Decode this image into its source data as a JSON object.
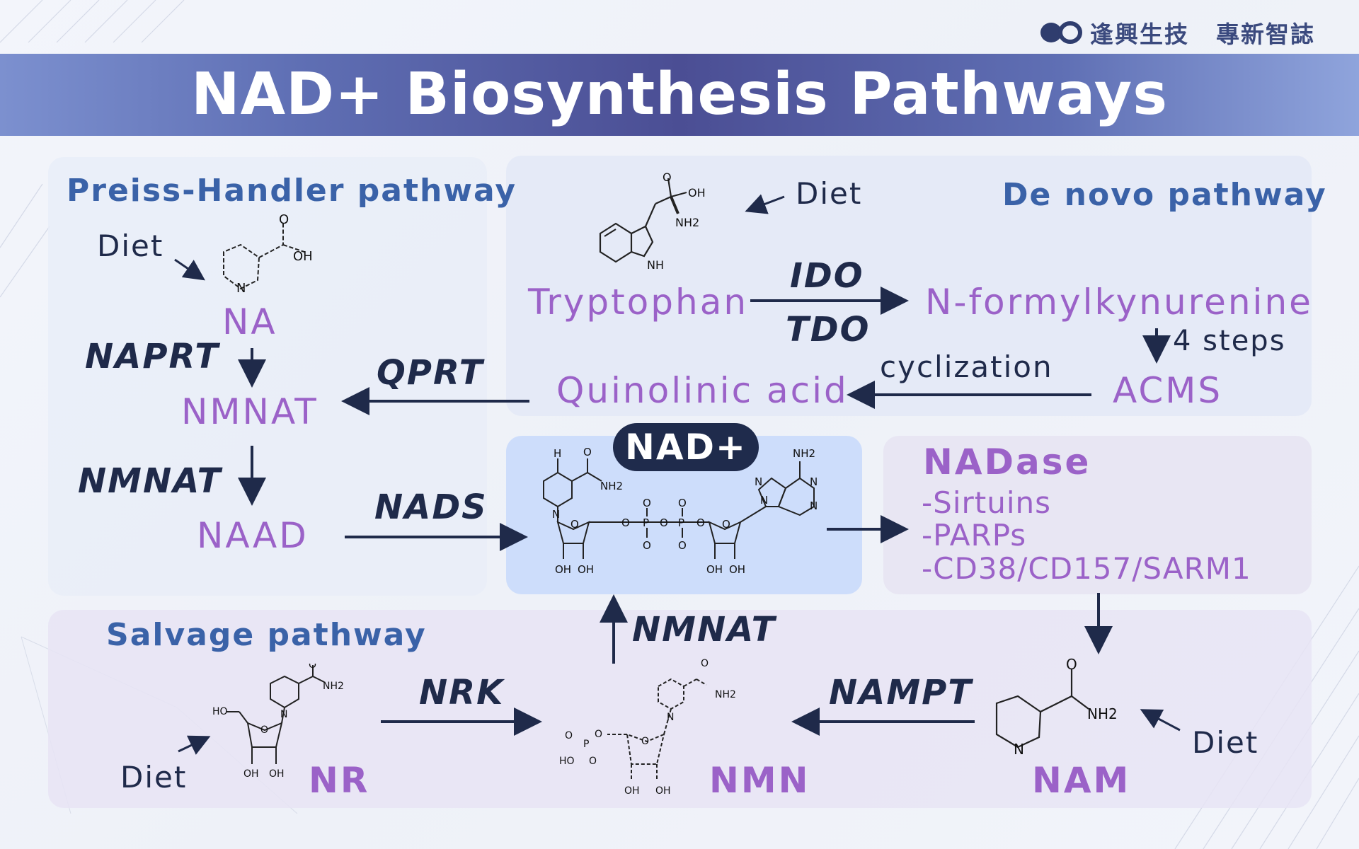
{
  "brand": {
    "company": "逢興生技",
    "slogan": "專新智誌"
  },
  "title": "NAD+ Biosynthesis Pathways",
  "preiss_handler": {
    "heading": "Preiss-Handler pathway",
    "diet": "Diet",
    "na": "NA",
    "naprt": "NAPRT",
    "nmnat_product": "NMNAT",
    "nmnat_enzyme": "NMNAT",
    "naad": "NAAD",
    "qprt": "QPRT",
    "nads": "NADS"
  },
  "de_novo": {
    "heading": "De novo pathway",
    "diet": "Diet",
    "tryptophan": "Tryptophan",
    "ido": "IDO",
    "tdo": "TDO",
    "nfk": "N-formylkynurenine",
    "steps": "4 steps",
    "cyclization": "cyclization",
    "acms": "ACMS",
    "quinolinic": "Quinolinic acid"
  },
  "nad_label": "NAD+",
  "nadase": {
    "heading": "NADase",
    "items": [
      "-Sirtuins",
      "-PARPs",
      "-CD38/CD157/SARM1"
    ]
  },
  "salvage": {
    "heading": "Salvage pathway",
    "nmnat": "NMNAT",
    "nrk": "NRK",
    "nampt": "NAMPT",
    "diet_nr": "Diet",
    "nr": "NR",
    "nmn": "NMN",
    "nam": "NAM",
    "diet_nam": "Diet"
  },
  "structure_labels": {
    "oh": "OH",
    "n": "N",
    "nh": "NH",
    "nh2": "NH2",
    "o": "O",
    "h": "H",
    "ho": "HO",
    "p": "P"
  },
  "colors": {
    "navy": "#1f2a4a",
    "purple": "#9b62c8",
    "blue_heading": "#3a62a8"
  }
}
